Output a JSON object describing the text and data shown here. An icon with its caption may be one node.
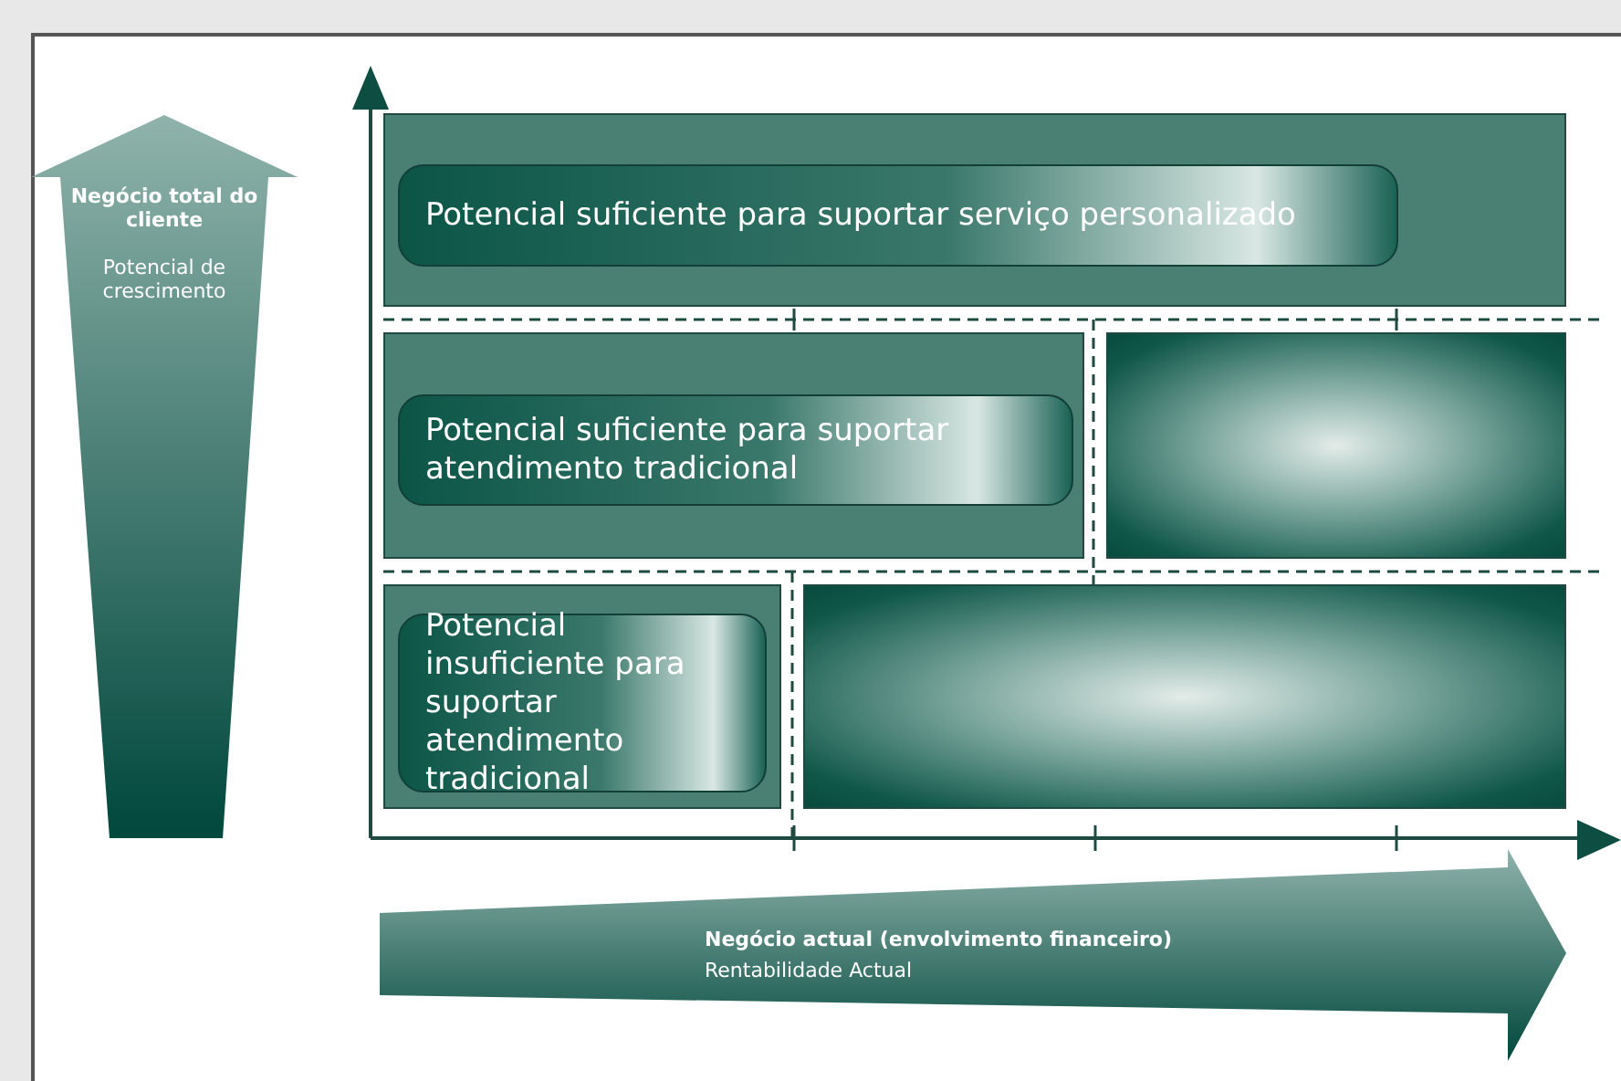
{
  "diagram": {
    "nodes": [
      {
        "text": [
          "Negócio total do cliente",
          "Potencial de crescimento"
        ]
      },
      {
        "text": [
          "Negócio actual (envolvimento financeiro)",
          "Rentabilidade Actual"
        ]
      },
      {
        "text": [],
        "shape": "box"
      },
      {
        "text": [
          "Potencial suficiente para suportar serviço personalizado"
        ],
        "in": 2
      },
      {
        "text": [],
        "shape": "box"
      },
      {
        "text": [
          "Potencial suficiente para suportar atendimento tradicional"
        ],
        "in": 4
      },
      {
        "text": [],
        "shape": "box"
      },
      {
        "text": [],
        "shape": "box"
      },
      {
        "text": [
          "Potencial insuficiente para suportar atendimento tradicional"
        ],
        "in": 7
      },
      {
        "text": [],
        "shape": "box"
      }
    ],
    "edges": []
  }
}
